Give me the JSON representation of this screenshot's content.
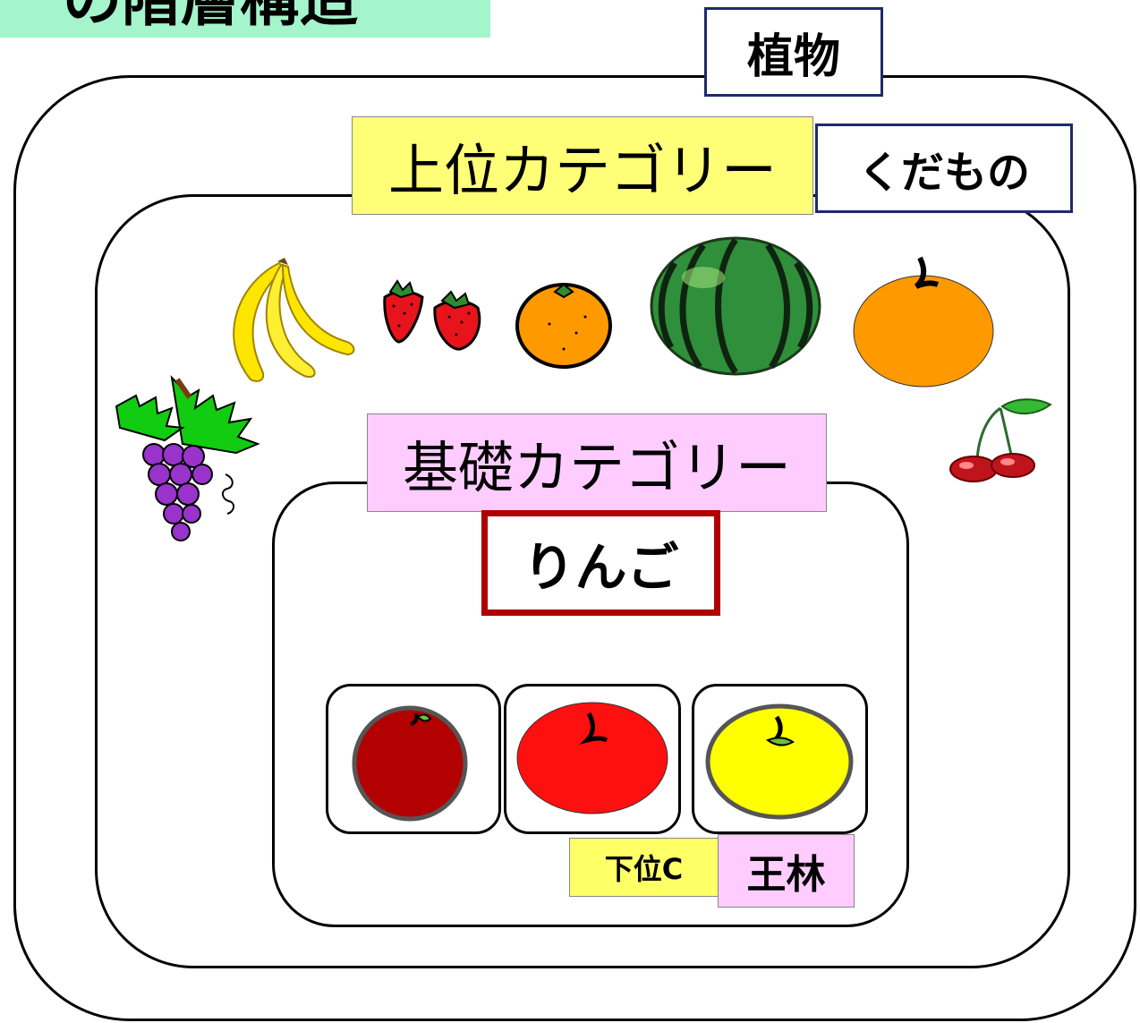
{
  "title": "の階層構造",
  "labels": {
    "plant": "植物",
    "superordinate": "上位カテゴリー",
    "fruit": "くだもの",
    "basic": "基礎カテゴリー",
    "apple": "りんご",
    "subordinate": "下位C",
    "ourin": "王林"
  },
  "colors": {
    "title_banner": "#a4f5cc",
    "superordinate_bg": "#ffff77",
    "basic_bg": "#ffccff",
    "apple_border": "#b00000",
    "subordinate_bg": "#ffff66",
    "ourin_bg": "#ffccff",
    "label_border": "#1f2a6b"
  },
  "fruit_icons": [
    "banana-icon",
    "strawberry-icon",
    "mandarin-orange-icon",
    "watermelon-icon",
    "persimmon-icon",
    "grapes-icon",
    "cherry-icon"
  ],
  "apple_icons": [
    "dark-red-apple-icon",
    "red-apple-icon",
    "yellow-apple-icon"
  ]
}
